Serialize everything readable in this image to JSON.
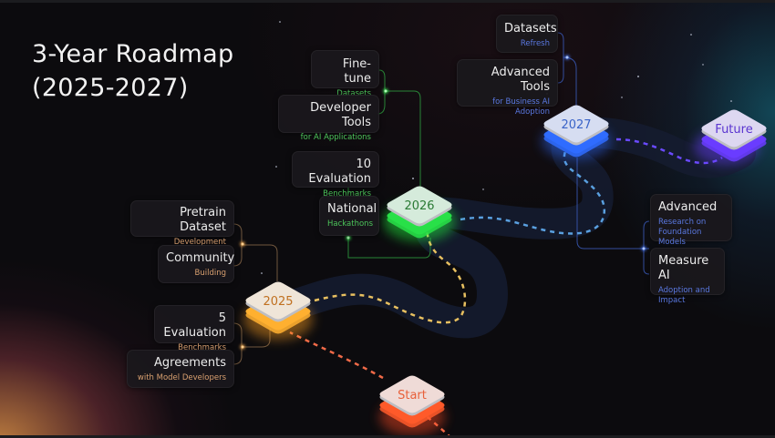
{
  "title": {
    "line1": "3-Year Roadmap",
    "line2": "(2025-2027)"
  },
  "milestones": [
    {
      "id": "start",
      "label": "Start",
      "color": "#ff5a2a",
      "text_color": "#e8603a"
    },
    {
      "id": "2025",
      "label": "2025",
      "color": "#ffb030",
      "text_color": "#c07020"
    },
    {
      "id": "2026",
      "label": "2026",
      "color": "#28e048",
      "text_color": "#2a7a34"
    },
    {
      "id": "2027",
      "label": "2027",
      "color": "#2f6cff",
      "text_color": "#3a64c8"
    },
    {
      "id": "future",
      "label": "Future",
      "color": "#6a3cff",
      "text_color": "#5a34d0"
    }
  ],
  "groups": {
    "y2025": [
      {
        "title": "Pretrain Dataset",
        "subtitle": "Development"
      },
      {
        "title": "Community",
        "subtitle": "Building"
      },
      {
        "title": "5 Evaluation",
        "subtitle": "Benchmarks"
      },
      {
        "title": "Agreements",
        "subtitle": "with Model Developers"
      }
    ],
    "y2026": [
      {
        "title": "Fine-tune",
        "subtitle": "Datasets"
      },
      {
        "title": "Developer Tools",
        "subtitle": "for AI Applications"
      },
      {
        "title": "10 Evaluation",
        "subtitle": "Benchmarks"
      },
      {
        "title": "National",
        "subtitle": "Hackathons"
      }
    ],
    "y2027": [
      {
        "title": "Datasets",
        "subtitle": "Refresh"
      },
      {
        "title": "Advanced Tools",
        "subtitle_lines": [
          "for Business AI",
          "Adoption"
        ]
      },
      {
        "title": "Advanced",
        "subtitle_lines": [
          "Research on",
          "Foundation Models"
        ]
      },
      {
        "title": "Measure AI",
        "subtitle_lines": [
          "Adoption and",
          "Impact"
        ]
      }
    ]
  },
  "colors": {
    "orange": "#d9a070",
    "green": "#4cc45a",
    "blue": "#5a78e0",
    "road": "#141a2e"
  }
}
